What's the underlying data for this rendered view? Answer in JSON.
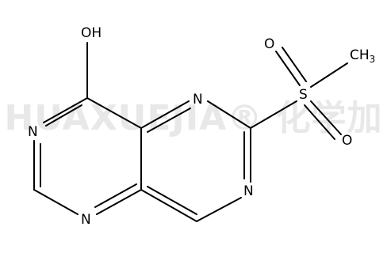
{
  "watermark": "HUAXUEJIA® 化学加",
  "atoms": {
    "OH": "OH",
    "O": "O",
    "S": "S",
    "N": "N",
    "CH": "CH",
    "sub3": "3"
  }
}
